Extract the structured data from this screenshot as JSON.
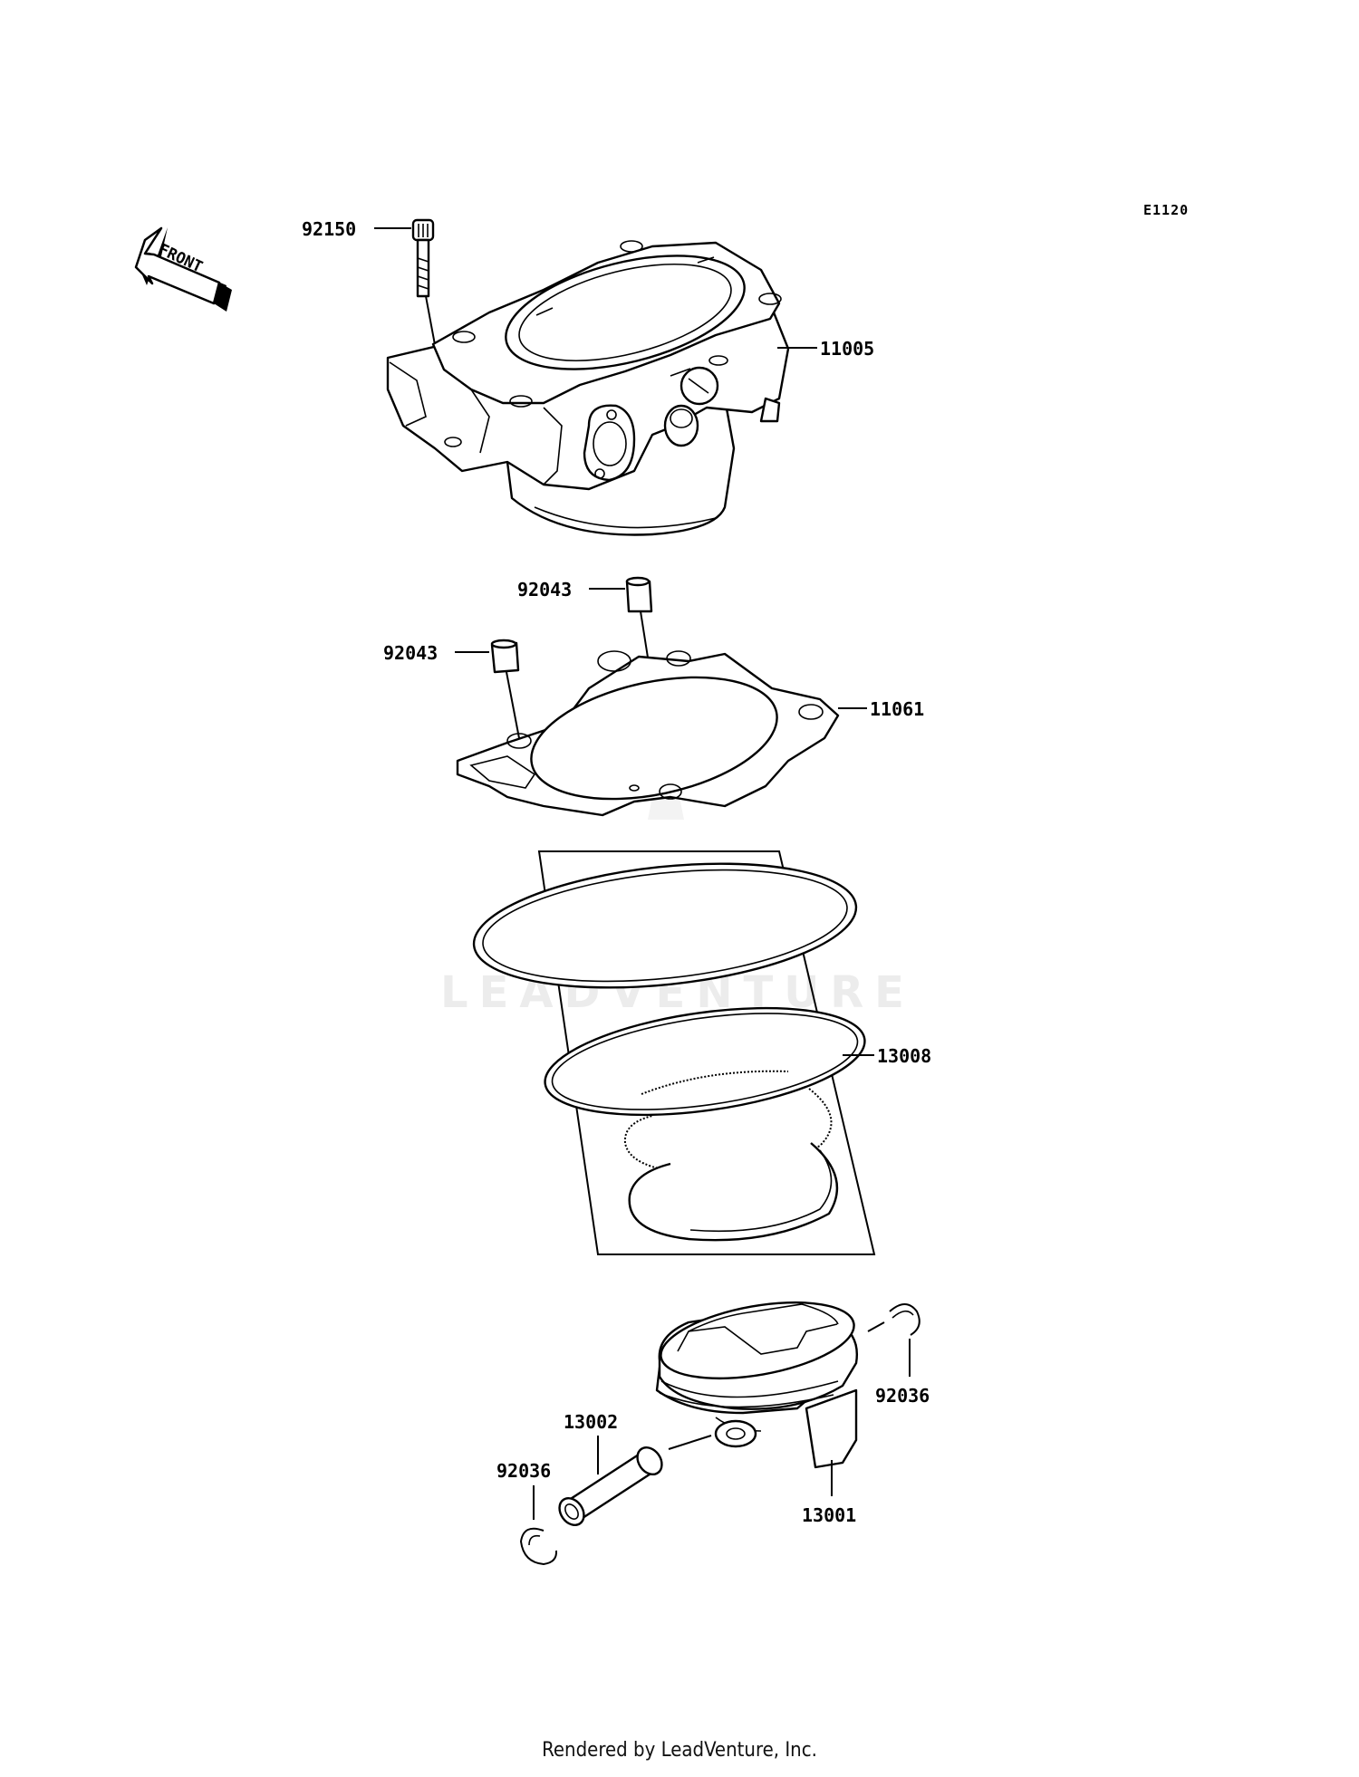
{
  "diagram_code": "E1120",
  "front_arrow_label": "FRONT",
  "watermark": "LEADVENTURE",
  "footer": "Rendered by LeadVenture, Inc.",
  "callouts": [
    {
      "id": "bolt",
      "label": "92150"
    },
    {
      "id": "cylinder",
      "label": "11005"
    },
    {
      "id": "dowel-upper",
      "label": "92043"
    },
    {
      "id": "dowel-lower",
      "label": "92043"
    },
    {
      "id": "gasket",
      "label": "11061"
    },
    {
      "id": "ring-set",
      "label": "13008"
    },
    {
      "id": "clip-right",
      "label": "92036"
    },
    {
      "id": "pin",
      "label": "13002"
    },
    {
      "id": "clip-left",
      "label": "92036"
    },
    {
      "id": "piston",
      "label": "13001"
    }
  ]
}
